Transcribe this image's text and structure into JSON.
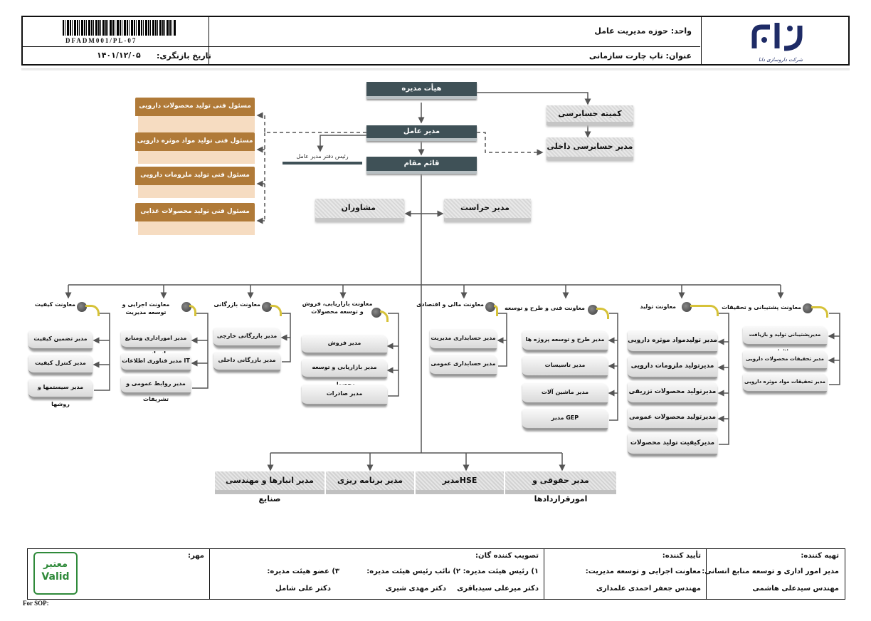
{
  "header": {
    "barcode_text": "DFADM001/PL-07",
    "unit_label": "واحد: حوزه مدیریت عامل",
    "title_label": "عنوان: تاپ چارت سازمانی",
    "revision_label": "تاریخ بازنگری:",
    "revision_date": "۱۴۰۱/۱۲/۰۵",
    "logo_caption": "شرکت داروسازی دانا"
  },
  "top": {
    "board": "هیأت مدیره",
    "ceo": "مدیر عامل",
    "deputy": "قائم مقام",
    "office_head": "رئیس دفتر مدیر عامل",
    "audit_committee": "کمیته حسابرسی",
    "internal_audit": "مدیر حسابرسی داخلی",
    "advisors": "مشاوران",
    "security": "مدیر حراست"
  },
  "technical": [
    "مسئول فنی تولید محصولات دارویی",
    "مسئول فنی تولید مواد موثره دارویی",
    "مسئول فنی تولید ملزومات دارویی",
    "مسئول فنی تولید محصولات غذایی"
  ],
  "deputies": [
    {
      "title": "معاونت کیفیت",
      "items": [
        "مدیر تضمین کیفیت",
        "مدیر کنترل کیفیت",
        "مدیر سیستمها و روشها"
      ]
    },
    {
      "title": "معاونت اجرایی و توسعه مدیریت",
      "items": [
        "مدیر اموراداری ومنابع انسانی",
        "مدیر فناوری اطلاعات IT",
        "مدیر روابط عمومی و تشریفات"
      ]
    },
    {
      "title": "معاونت بازرگانی",
      "items": [
        "مدیر بازرگانی خارجی",
        "مدیر بازرگانی داخلی"
      ]
    },
    {
      "title": "معاونت بازاریابی، فروش و توسعه محصولات",
      "items": [
        "مدیر فروش",
        "مدیر بازاریابی و توسعه محصول",
        "مدیر صادرات"
      ]
    },
    {
      "title": "معاونت مالی و اقتصادی",
      "items": [
        "مدیر حسابداری مدیریت",
        "مدیر حسابداری عمومی"
      ]
    },
    {
      "title": "معاونت فنی و طرح و توسعه",
      "items": [
        "مدیر طرح و توسعه پروژه ها",
        "مدیر تاسیسات",
        "مدیر ماشین آلات",
        "مدیر GEP"
      ]
    },
    {
      "title": "معاونت تولید",
      "items": [
        "مدیر تولیدمواد موثره دارویی",
        "مدیرتولید ملزومات دارویی",
        "مدیرتولید محصولات تزریقی",
        "مدیرتولید محصولات عمومی",
        "مدیرکیفیت تولید محصولات"
      ]
    },
    {
      "title": "معاونت پشتیبانی و تحقیقات",
      "items": [
        "مدیرپشتیبانی تولید و بازیافت حلالها",
        "مدیر تحقیقات محصولات دارویی",
        "مدیر تحقیقات مواد موثره دارویی"
      ]
    }
  ],
  "bottom_managers": [
    "مدیر انبارها و مهندسی صنایع",
    "مدیر برنامه ریزی",
    "مدیرHSE",
    "مدیر حقوقی و امورقراردادها"
  ],
  "footer": {
    "seal_label": "مهر:",
    "valid_fa": "معتبر",
    "valid_en": "Valid",
    "approvers_label": "تصویب کننده گان:",
    "approver1_role": "۱) رئیس هیئت مدیره:",
    "approver1_name": "دکتر میرعلی سیدباقری",
    "approver2_role": "۲) نائب رئیس هیئت مدیره:",
    "approver2_name": "دکتر مهدی شیری",
    "approver3_role": "۳) عضو هیئت مدیره:",
    "approver3_name": "دکتر علی شامل",
    "confirm_label": "تأیید کننده:",
    "confirm_role": "معاونت اجرایی و توسعه مدیریت:",
    "confirm_name": "مهندس جعفر احمدی علمداری",
    "prepare_label": "تهیه کننده:",
    "prepare_role": "مدیر امور اداری و توسعه منابع انسانی:",
    "prepare_name": "مهندس سیدعلی هاشمی",
    "sop_label": "For SOP:"
  }
}
